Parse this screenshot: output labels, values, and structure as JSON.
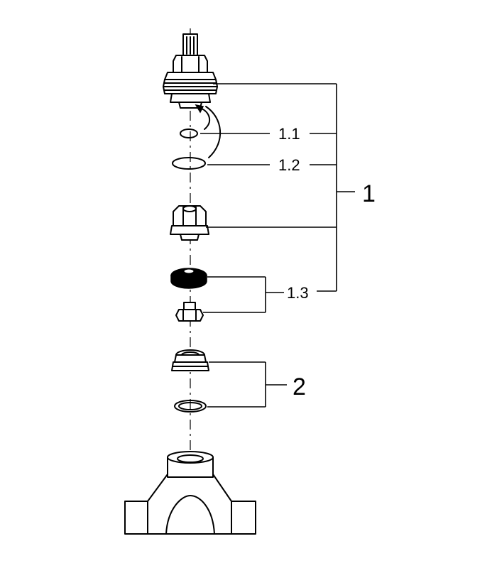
{
  "labels": {
    "item_1_1": "1.1",
    "item_1_2": "1.2",
    "item_1": "1",
    "item_1_3": "1.3",
    "item_2": "2"
  },
  "colors": {
    "ink": "#000000",
    "background": "#ffffff"
  }
}
